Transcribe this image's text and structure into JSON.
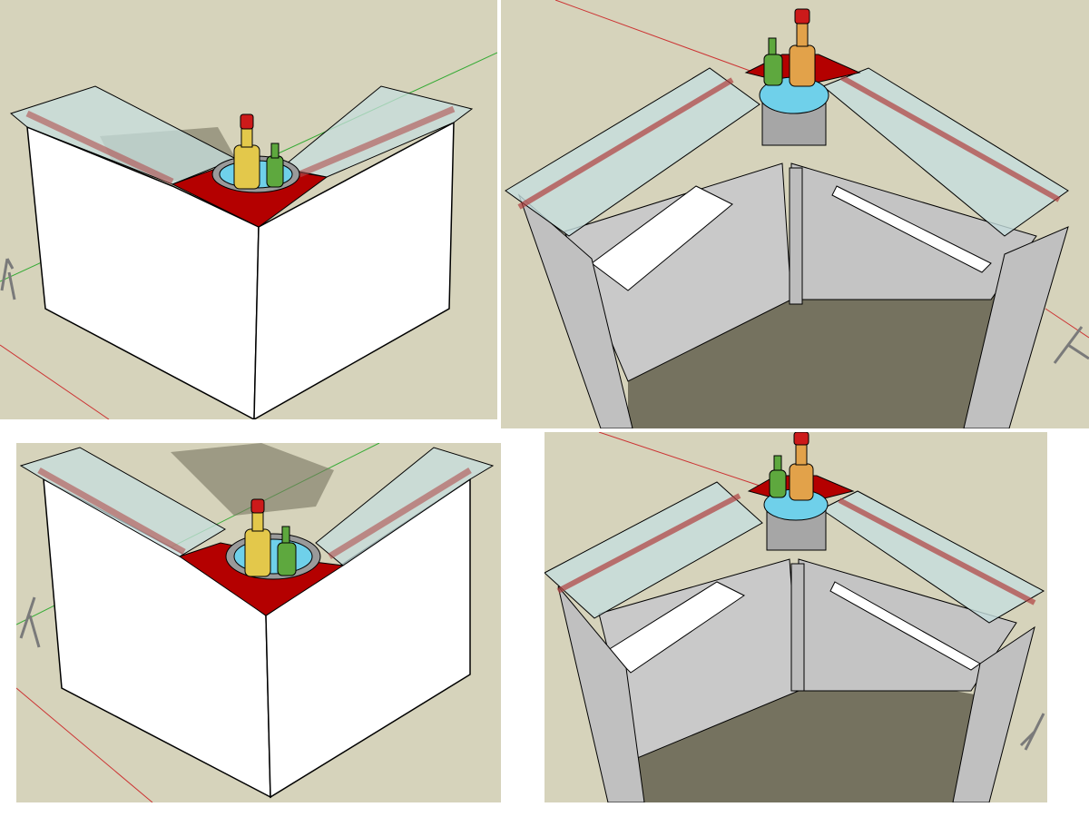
{
  "views": [
    {
      "view": "exterior",
      "angle": 1
    },
    {
      "view": "interior",
      "angle": 1
    },
    {
      "view": "exterior",
      "angle": 2
    },
    {
      "view": "interior",
      "angle": 2
    }
  ],
  "colors": {
    "background": "#d6d3bb",
    "ground_shadow": "#75725f",
    "cabinet_white": "#ffffff",
    "cabinet_grey": "#c9c9c9",
    "cabinet_dark": "#b5b5b5",
    "glass": "#c6dede",
    "red_trim": "#b40000",
    "ice_water": "#6fd0ea",
    "bucket": "#a6a6a6",
    "bottle_yellow": "#e3c84b",
    "bottle_green": "#5ea83e",
    "bottle_cap": "#cc1a1a",
    "axis_red": "#cc3333",
    "axis_green": "#33aa33",
    "figure_grey": "#8c8c8c"
  },
  "icons": [
    "bottle-icon",
    "ice-bucket-icon",
    "person-scale-figure-icon"
  ]
}
